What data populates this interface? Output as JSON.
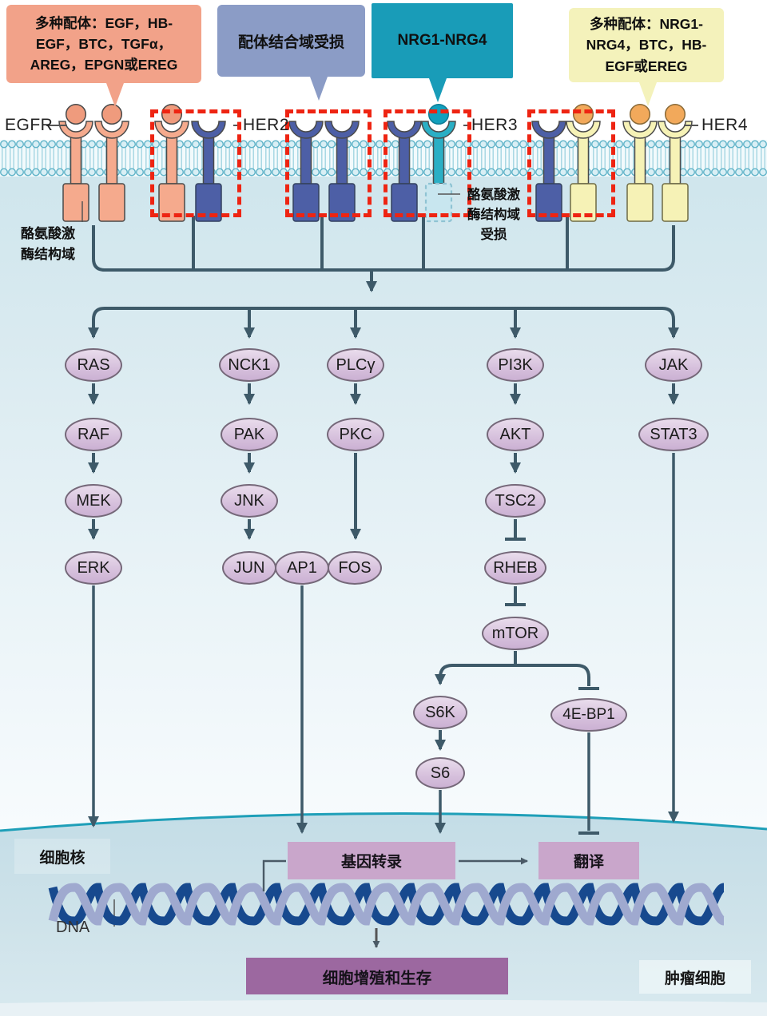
{
  "bubbles": {
    "egfr_ligands": "多种配体：EGF，HB-\nEGF，BTC，TGFα，\nAREG，EPGN或EREG",
    "ligand_domain": "配体结合域受损",
    "nrg": "NRG1-NRG4",
    "her4_ligands": "多种配体：NRG1-\nNRG4，BTC，HB-\nEGF或EREG"
  },
  "receptors": {
    "egfr": "EGFR",
    "her2": "HER2",
    "her3": "HER3",
    "her4": "HER4"
  },
  "membrane_labels": {
    "kinase_domain": "酪氨酸激\n酶结构域",
    "kinase_damaged": "酪氨酸激\n酶结构域\n受损"
  },
  "pathways": {
    "mapk": [
      "RAS",
      "RAF",
      "MEK",
      "ERK"
    ],
    "jnk": [
      "NCK1",
      "PAK",
      "JNK",
      "JUN"
    ],
    "ap1": "AP1",
    "fos": "FOS",
    "plc": [
      "PLCγ",
      "PKC"
    ],
    "pi3k": [
      "PI3K",
      "AKT",
      "TSC2",
      "RHEB",
      "mTOR",
      "S6K",
      "S6",
      "4E-BP1"
    ],
    "jak": [
      "JAK",
      "STAT3"
    ]
  },
  "nucleus": {
    "label": "细胞核",
    "dna": "DNA",
    "transcription": "基因转录",
    "translation": "翻译",
    "proliferation": "细胞增殖和生存",
    "tumor_cell": "肿瘤细胞"
  },
  "colors": {
    "mutation_dash": "#ee2412",
    "arrow": "#3e5a69",
    "bubble_salmon": "#f2a289",
    "bubble_blue": "#8b9cc6",
    "bubble_teal": "#199cb8",
    "bubble_yellow": "#f4f2bb",
    "receptor_egfr": "#f5aa8d",
    "receptor_her2": "#4d5fa6",
    "receptor_her3": "#2aafc5",
    "receptor_her4": "#f6f2b6",
    "nucleus_edge": "#1e9fb8",
    "dna_dark": "#17498e",
    "dna_light": "#9fa9cf"
  }
}
